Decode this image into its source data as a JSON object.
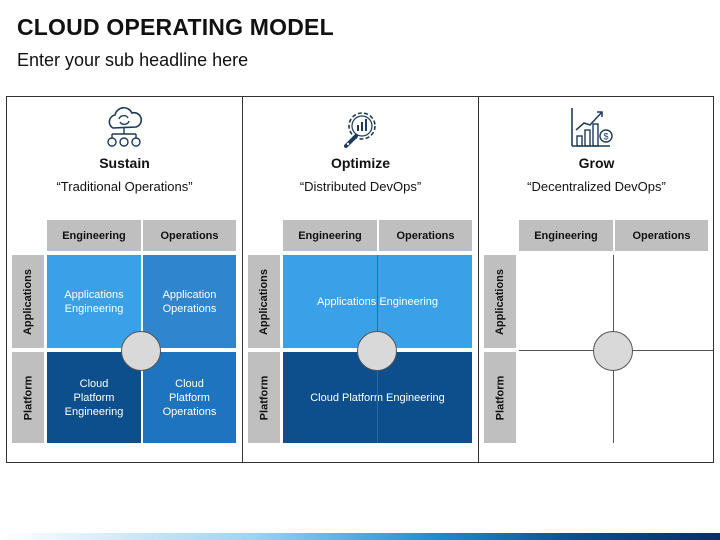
{
  "header": {
    "title": "CLOUD OPERATING MODEL",
    "subtitle": "Enter your sub headline here"
  },
  "panels": [
    {
      "title": "Sustain",
      "quote": "“Traditional Operations”",
      "icon": "cloud-code-network-icon",
      "col_headers": [
        "Engineering",
        "Operations"
      ],
      "row_headers": [
        "Applications",
        "Platform"
      ],
      "cells": {
        "top_left": "Applications Engineering",
        "top_right": "Application Operations",
        "bottom_left": "Cloud Platform Engineering",
        "bottom_right": "Cloud Platform Operations"
      }
    },
    {
      "title": "Optimize",
      "quote": "“Distributed DevOps”",
      "icon": "gear-wrench-chart-icon",
      "col_headers": [
        "Engineering",
        "Operations"
      ],
      "row_headers": [
        "Applications",
        "Platform"
      ],
      "cells": {
        "top": "Applications Engineering",
        "bottom": "Cloud Platform Engineering"
      }
    },
    {
      "title": "Grow",
      "quote": "“Decentralized DevOps”",
      "icon": "growth-chart-money-icon",
      "col_headers": [
        "Engineering",
        "Operations"
      ],
      "row_headers": [
        "Applications",
        "Platform"
      ]
    }
  ],
  "colors": {
    "light_blue": "#3aa0e8",
    "mid_blue": "#2f86cf",
    "dark_blue": "#0d4f8c",
    "header_gray": "#bfbfbf"
  }
}
